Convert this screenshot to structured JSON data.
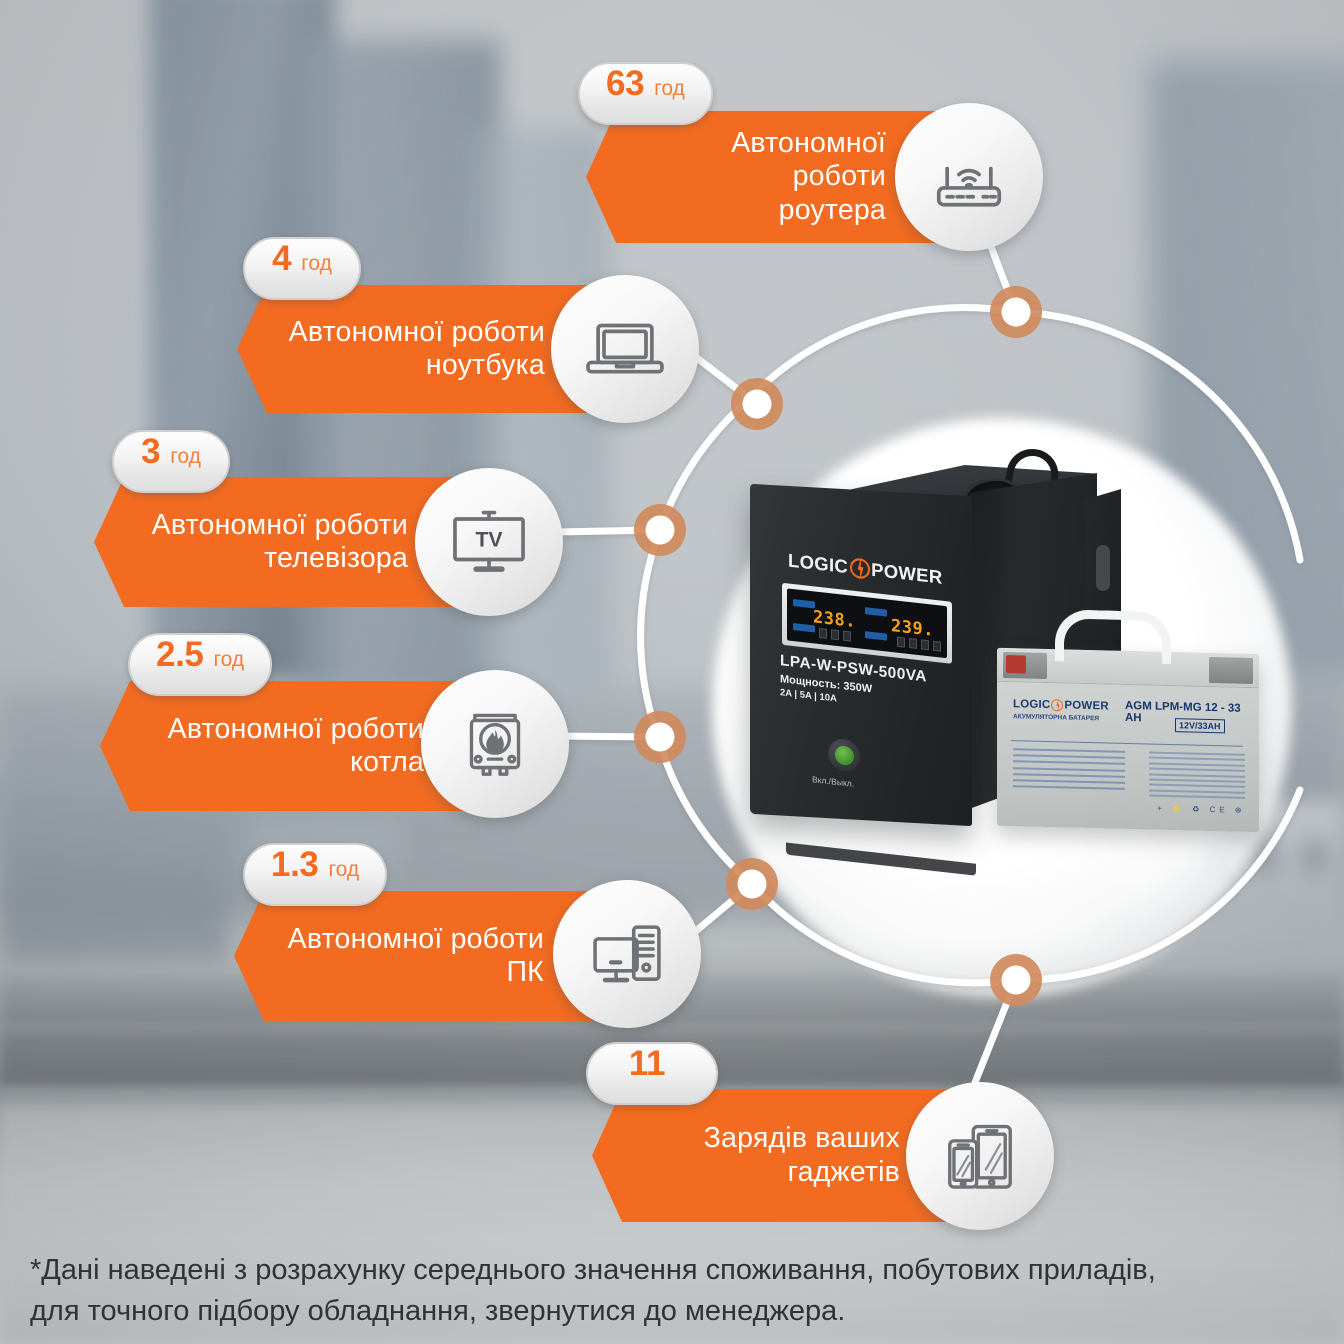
{
  "brand": {
    "accent": "#f26b21",
    "badge_text": "#f26b21",
    "line": "#ffffff"
  },
  "callouts": [
    {
      "id": "router",
      "value": "63",
      "unit": "год",
      "line1": "Автономної роботи",
      "line2": "роутера",
      "icon": "router-icon"
    },
    {
      "id": "laptop",
      "value": "4",
      "unit": "год",
      "line1": "Автономної роботи",
      "line2": "ноутбука",
      "icon": "laptop-icon"
    },
    {
      "id": "tv",
      "value": "3",
      "unit": "год",
      "line1": "Автономної роботи",
      "line2": "телевізора",
      "icon": "tv-icon",
      "icon_text": "TV"
    },
    {
      "id": "boiler",
      "value": "2.5",
      "unit": "год",
      "line1": "Автономної роботи",
      "line2": "котла",
      "icon": "boiler-icon"
    },
    {
      "id": "pc",
      "value": "1.3",
      "unit": "год",
      "line1": "Автономної роботи",
      "line2": "ПК",
      "icon": "desktop-pc-icon"
    },
    {
      "id": "gadgets",
      "value": "11",
      "unit": "",
      "line1": "Зарядів ваших",
      "line2": "гаджетів",
      "icon": "phone-tablet-icon"
    }
  ],
  "product": {
    "ups": {
      "brand_left": "LOGIC",
      "brand_right": "POWER",
      "model": "LPA-W-PSW-500VA",
      "power": "Мощность: 350W",
      "currents": "2A | 5A | 10A",
      "power_button_label": "Вкл./Выкл.",
      "display_left": "238.",
      "display_right": "239."
    },
    "battery": {
      "brand_left": "LOGIC",
      "brand_right": "POWER",
      "subtitle": "АКУМУЛЯТОРНА БАТАРЕЯ",
      "model": "AGM LPM-MG 12 - 33 AH",
      "voltage": "12V/33AH",
      "marks": "+ ⚡ ♻ CE ⊕"
    }
  },
  "footnote": {
    "line1": "*Дані наведені з розрахунку середнього значення споживання, побутових приладів,",
    "line2": "для точного підбору обладнання, звернутися до менеджера."
  }
}
